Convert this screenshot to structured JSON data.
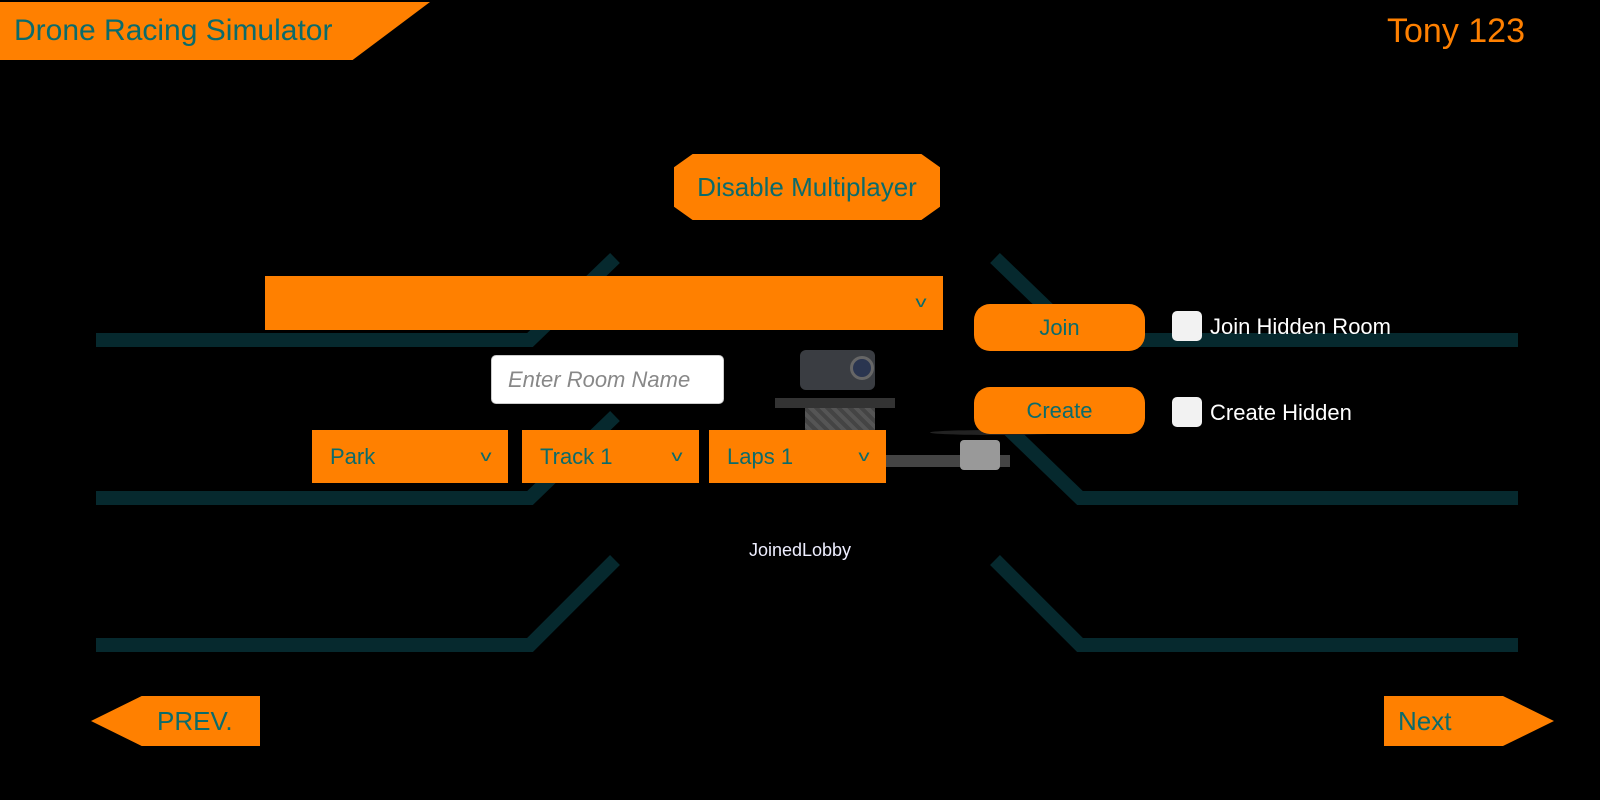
{
  "header": {
    "title": "Drone Racing Simulator",
    "username": "Tony 123"
  },
  "multiplayer_button": "Disable Multiplayer",
  "room_dropdown": {
    "value": ""
  },
  "room_name_input": {
    "value": "",
    "placeholder": "Enter Room Name"
  },
  "selectors": [
    {
      "value": "Park"
    },
    {
      "value": "Track 1"
    },
    {
      "value": "Laps 1"
    }
  ],
  "join_button": "Join",
  "create_button": "Create",
  "join_hidden": {
    "label": "Join Hidden Room",
    "checked": false
  },
  "create_hidden": {
    "label": "Create Hidden",
    "checked": false
  },
  "status": "JoinedLobby",
  "nav": {
    "prev": "PREV.",
    "next": "Next"
  },
  "colors": {
    "accent": "#FF8000",
    "text": "#0B6B6B",
    "circuit": "#0A3A40"
  }
}
